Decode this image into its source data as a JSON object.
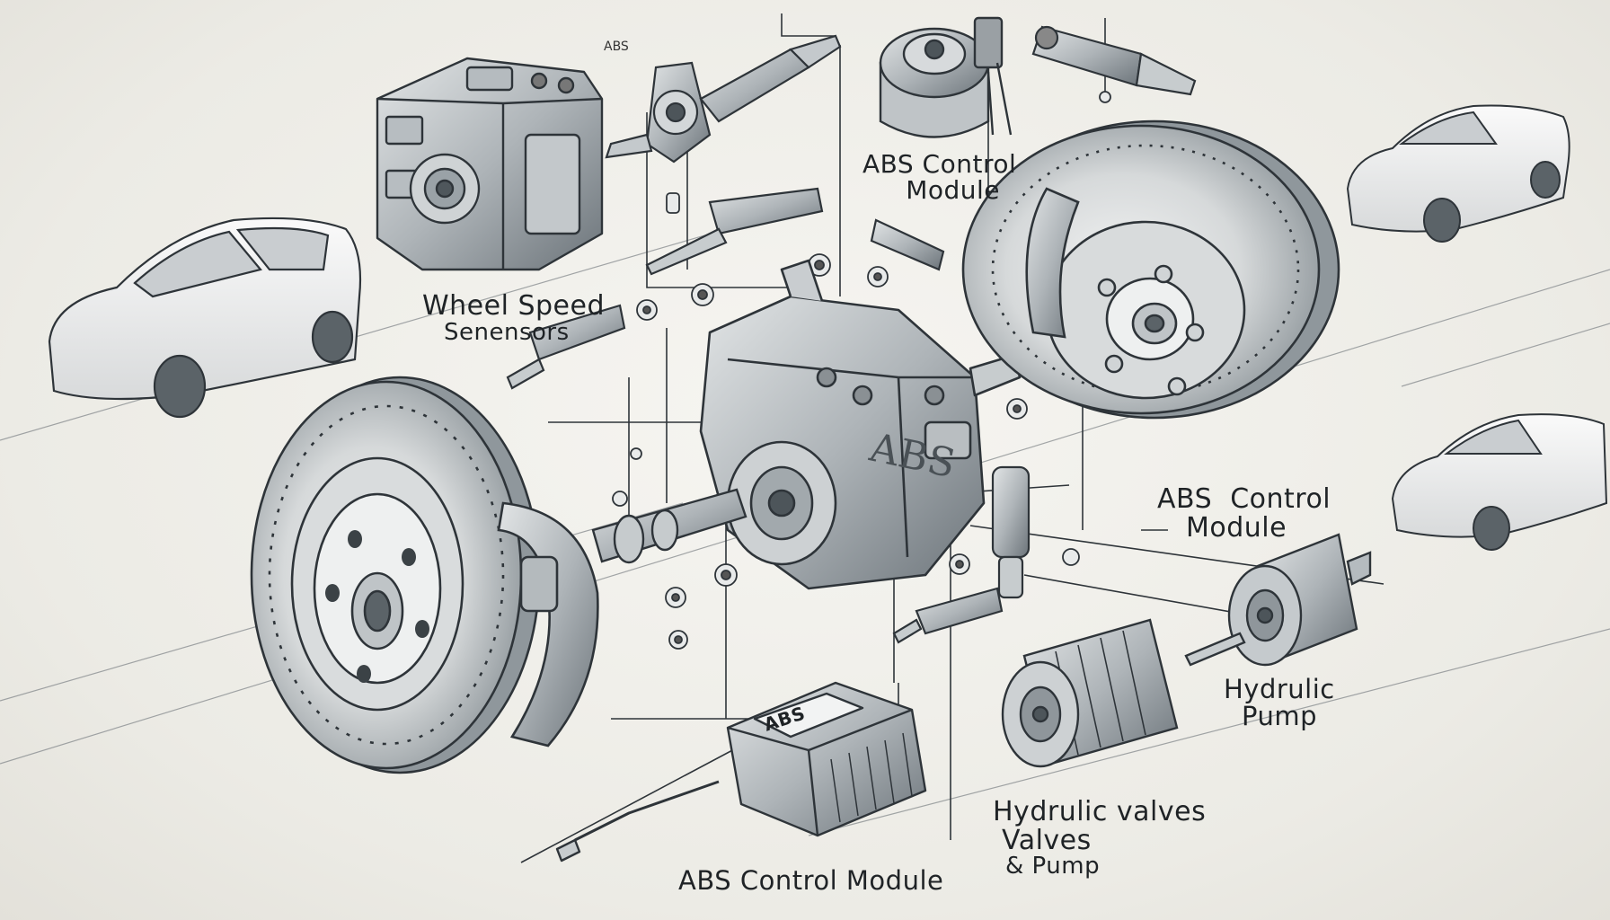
{
  "diagram": {
    "labels": {
      "top_corner": "ABS",
      "abs_control_module_top": [
        "ABS Control",
        "Module"
      ],
      "wheel_speed_sensors": [
        "Wheel Speed",
        "Senensors"
      ],
      "center_block": "ABS",
      "abs_control_module_right": [
        "ABS  Control",
        "Module"
      ],
      "hydraulic_pump": [
        "Hydrulic",
        "Pump"
      ],
      "hydraulic_valves": [
        "Hydrulic valves",
        "Valves",
        "& Pump"
      ],
      "abs_control_module_bottom": "ABS Control Module",
      "ecu_badge": "ABS"
    },
    "colors": {
      "line": "#2e3439",
      "metal_light": "#d9dcdd",
      "metal_mid": "#a9afb3",
      "metal_dark": "#5e666c",
      "paper": "#ecebe5"
    }
  }
}
